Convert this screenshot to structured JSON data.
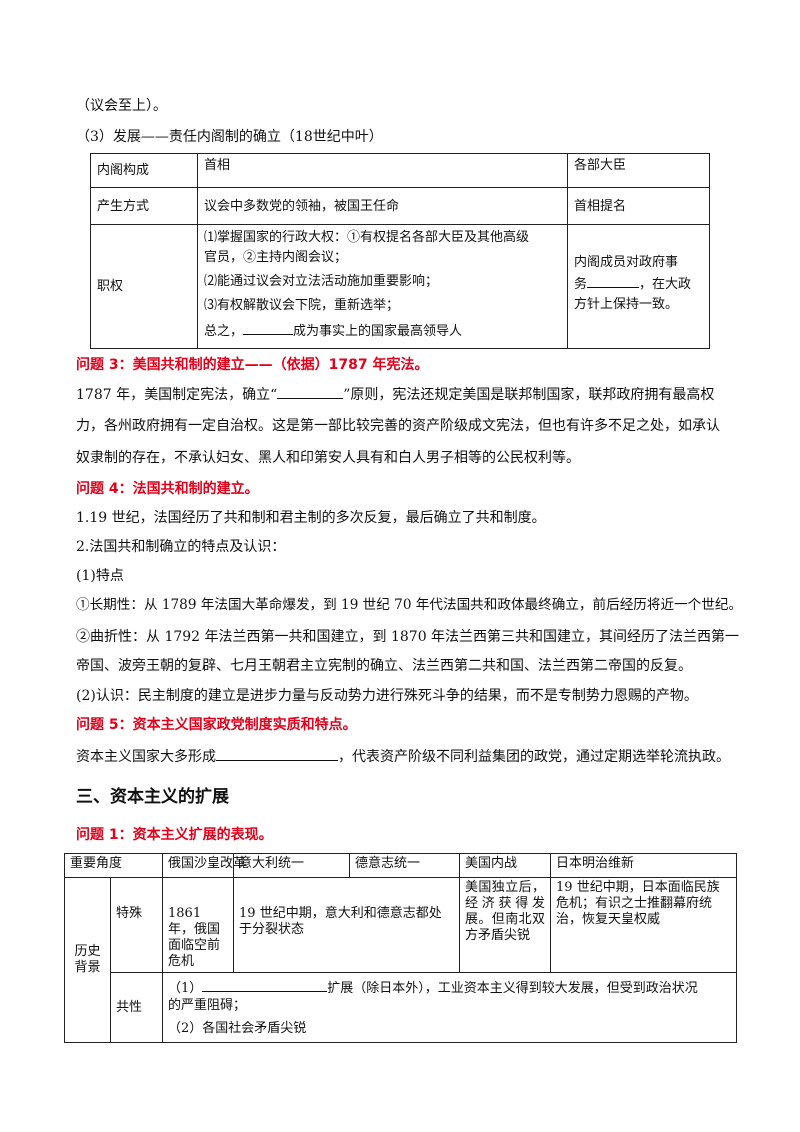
{
  "intro_line": "（议会至上）。",
  "dev_heading": "（3）发展——责任内阁制的确立（18世纪中叶）",
  "cabinet_table": {
    "rows": [
      {
        "label": "内阁构成",
        "mid": "首相",
        "right": "各部大臣"
      },
      {
        "label": "产生方式",
        "mid": "议会中多数党的领袖，被国王任命",
        "right": "首相提名"
      }
    ],
    "powers": {
      "label": "职权",
      "item1a": "⑴掌握国家的行政大权：①有权提名各部大臣及其他高级",
      "item1b": "官员，②主持内阁会议；",
      "item2": "⑵能通过议会对立法活动施加重要影响；",
      "item3": "⑶有权解散议会下院，重新选举；",
      "summary_pre": "总之，",
      "summary_post": "成为事实上的国家最高领导人",
      "right_a": "内阁成员对政府事",
      "right_b_pre": "务",
      "right_b_post": "，在大政",
      "right_c": "方针上保持一致。"
    }
  },
  "q3": {
    "title": "问题 3：美国共和制的建立——（依据）1787 年宪法。",
    "line1_pre": "1787 年，美国制定宪法，确立“",
    "line1_post": "”原则，宪法还规定美国是联邦制国家，联邦政府拥有最高权",
    "line2": "力，各州政府拥有一定自治权。这是第一部比较完善的资产阶级成文宪法，但也有许多不足之处，如承认",
    "line3": "奴隶制的存在，不承认妇女、黑人和印第安人具有和白人男子相等的公民权利等。"
  },
  "q4": {
    "title": "问题 4：法国共和制的建立。",
    "p1": "1.19 世纪，法国经历了共和制和君主制的多次反复，最后确立了共和制度。",
    "p2": "2.法国共和制确立的特点及认识：",
    "p3": "(1)特点",
    "p4": "①长期性：从 1789 年法国大革命爆发，到 19 世纪 70 年代法国共和政体最终确立，前后经历将近一个世纪。",
    "p5": "②曲折性：从 1792 年法兰西第一共和国建立，到 1870 年法兰西第三共和国建立，其间经历了法兰西第一",
    "p6": "帝国、波旁王朝的复辟、七月王朝君主立宪制的确立、法兰西第二共和国、法兰西第二帝国的反复。",
    "p7": "(2)认识：民主制度的建立是进步力量与反动势力进行殊死斗争的结果，而不是专制势力恩赐的产物。"
  },
  "q5": {
    "title": "问题 5：资本主义国家政党制度实质和特点。",
    "line_pre": "资本主义国家大多形成",
    "line_post": "，代表资产阶级不同利益集团的政党，通过定期选举轮流执政。"
  },
  "section3": {
    "heading": "三、资本主义的扩展",
    "q1_title": "问题 1：资本主义扩展的表现。"
  },
  "expansion_table": {
    "headers": [
      "重要角度",
      "俄国沙皇改革",
      "意大利统一",
      "德意志统一",
      "美国内战",
      "日本明治维新"
    ],
    "row_group": "历史背景",
    "special_label": "特殊",
    "russia": "1861 年，俄国面临空前危机",
    "italy_germany": "19 世纪中期，意大利和德意志都处于分裂状态",
    "usa": "美国独立后，经济获得发展。但南北双方矛盾尖锐",
    "japan": "19 世纪中期，日本面临民族危机；有识之士推翻幕府统治，恢复天皇权威",
    "common_label": "共性",
    "common1_pre": "（1）",
    "common1_post": "扩展（除日本外），工业资本主义得到较大发展，但受到政治状况",
    "common1_b": "的严重阻碍；",
    "common2": "（2）各国社会矛盾尖锐"
  }
}
